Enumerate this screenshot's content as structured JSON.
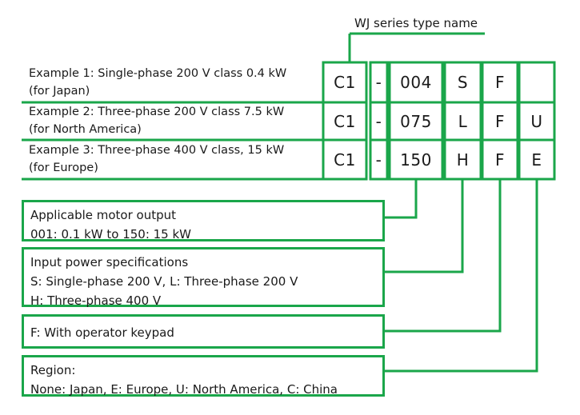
{
  "colors": {
    "accent": "#1aa64a",
    "text": "#1a1a1a"
  },
  "title": "WJ series type name",
  "examples": [
    {
      "line1": "Example 1: Single-phase 200 V class 0.4 kW",
      "line2": "(for Japan)",
      "code": [
        "C1",
        "-",
        "004",
        "S",
        "F",
        ""
      ]
    },
    {
      "line1": "Example 2: Three-phase 200 V class 7.5 kW",
      "line2": "(for North America)",
      "code": [
        "C1",
        "-",
        "075",
        "L",
        "F",
        "U"
      ]
    },
    {
      "line1": "Example 3: Three-phase 400 V class, 15 kW",
      "line2": "(for Europe)",
      "code": [
        "C1",
        "-",
        "150",
        "H",
        "F",
        "E"
      ]
    }
  ],
  "annotations": [
    {
      "lines": [
        "Applicable motor output",
        "001: 0.1 kW to 150: 15 kW"
      ]
    },
    {
      "lines": [
        "Input power specifications",
        "S: Single-phase 200 V, L: Three-phase 200 V",
        "H: Three-phase 400 V"
      ]
    },
    {
      "lines": [
        "F: With operator keypad"
      ]
    },
    {
      "lines": [
        "Region:",
        "None: Japan, E: Europe, U: North America, C: China"
      ]
    }
  ]
}
